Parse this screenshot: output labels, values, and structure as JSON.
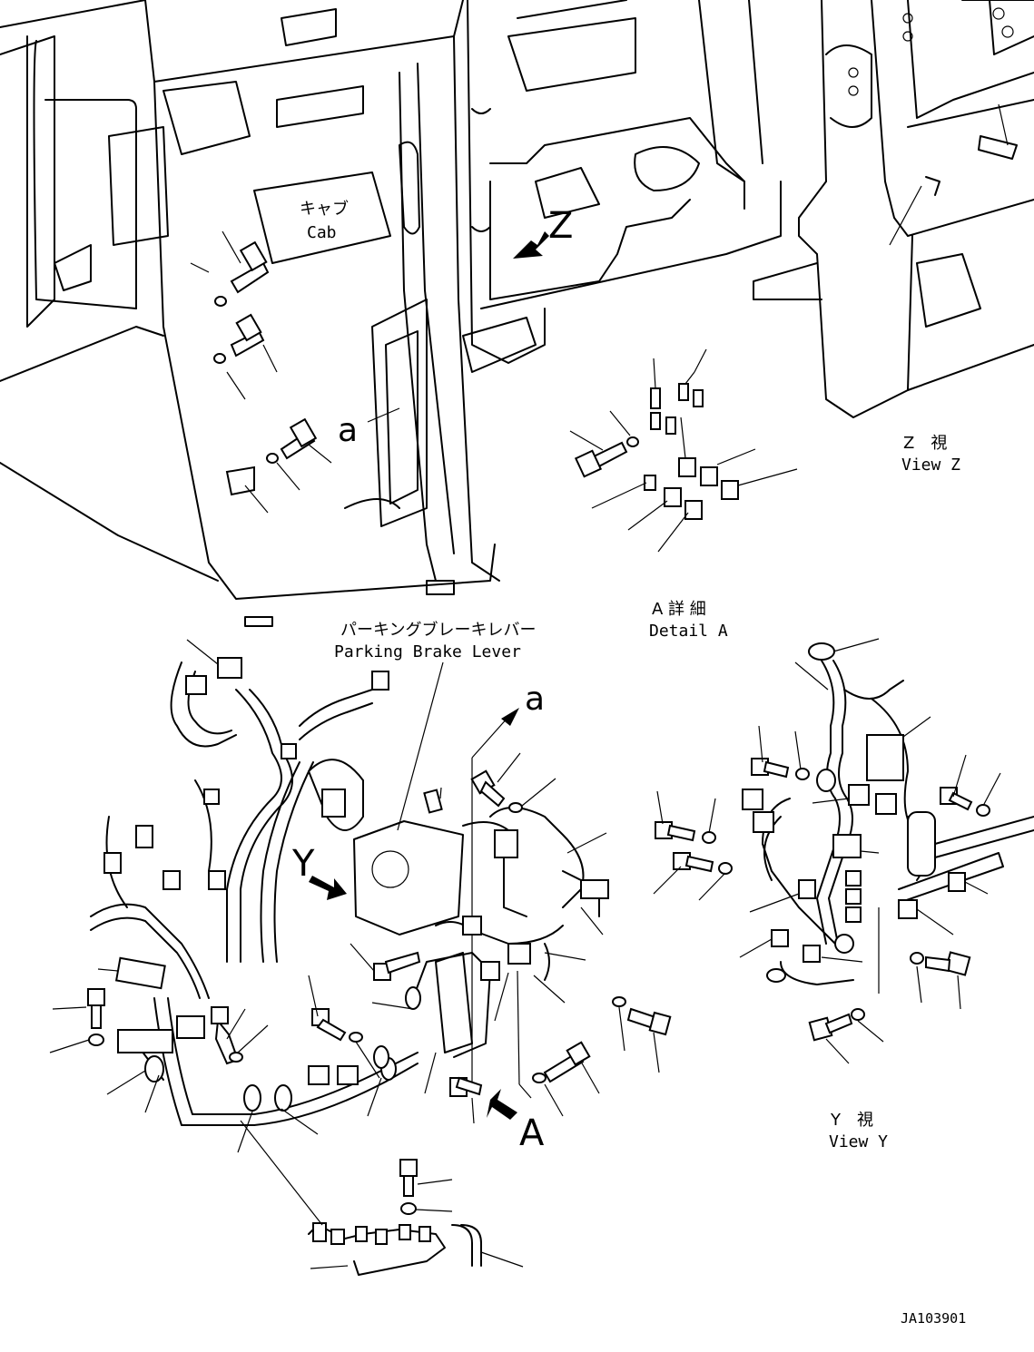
{
  "labels": {
    "cab_jp": "キャブ",
    "cab_en": "Cab",
    "view_z_jp": "Z　視",
    "view_z_en": "View Z",
    "detail_a_jp": "A 詳 細",
    "detail_a_en": "Detail A",
    "parking_jp": "パーキングブレーキレバー",
    "parking_en": "Parking Brake Lever",
    "view_y_jp": "Y　視",
    "view_y_en": "View Y",
    "callout_z": "Z",
    "callout_a_lower": "a",
    "callout_a_lower2": "a",
    "callout_y": "Y",
    "callout_a_upper": "A",
    "drawing_no": "JA103901"
  }
}
